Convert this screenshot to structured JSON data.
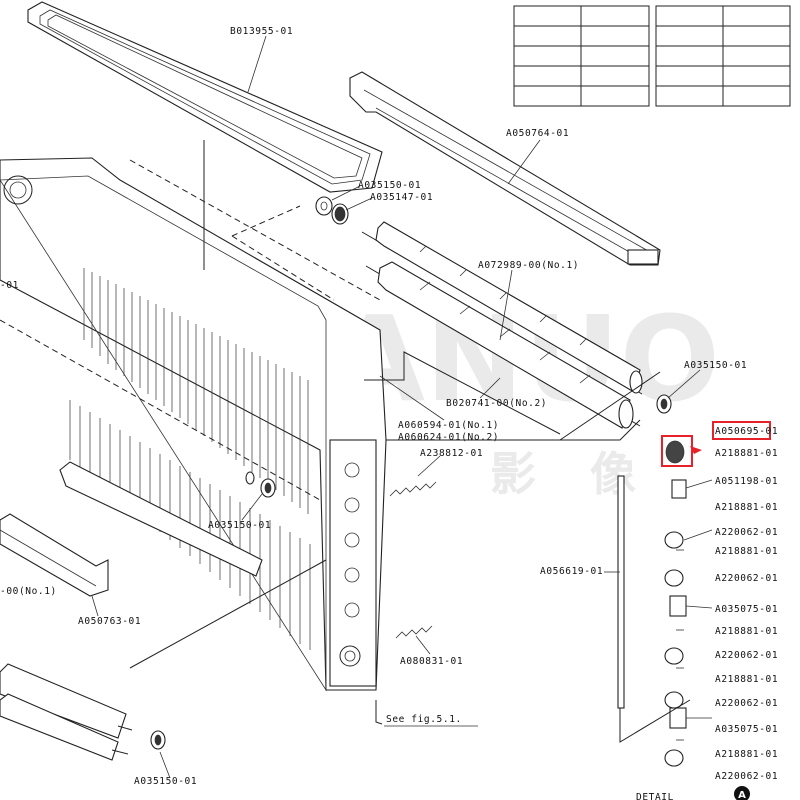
{
  "parts": {
    "top_cover": "B013955-01",
    "bushing_top": "A035150-01",
    "gear_top": "A035147-01",
    "rail_right": "A050764-01",
    "roller_no1": "A072989-00(No.1)",
    "roller_no2": "B020741-00(No.2)",
    "bushing_right": "A035150-01",
    "highlighted_part": "A050695-01",
    "screw_1": "A218881-01",
    "bracket_1": "A051198-01",
    "screw_2": "A218881-01",
    "gear_a": "A220062-01",
    "screw_3": "A218881-01",
    "gear_b": "A220062-01",
    "holder_1": "A035075-01",
    "screw_4": "A218881-01",
    "gear_c": "A220062-01",
    "screw_5": "A218881-01",
    "gear_d": "A220062-01",
    "holder_2": "A035075-01",
    "screw_6": "A218881-01",
    "gear_e": "A220062-01",
    "shaft": "A056619-01",
    "guide_no1": "A060594-01(No.1)",
    "guide_no2": "A060624-01(No.2)",
    "spring_top": "A238812-01",
    "bushing_mid": "A035150-01",
    "spring_bottom": "A080831-01",
    "left_cut_label": "-00(No.1)",
    "left_top_cut": "-01",
    "rail_left": "A050763-01",
    "bushing_bottom": "A035150-01"
  },
  "reference_note": "See fig.5.1.",
  "detail_label": "DETAIL",
  "detail_marker": "A",
  "watermark": "HANUO",
  "watermark_cn": [
    "影",
    "像"
  ],
  "highlight_color": "#e8202a"
}
